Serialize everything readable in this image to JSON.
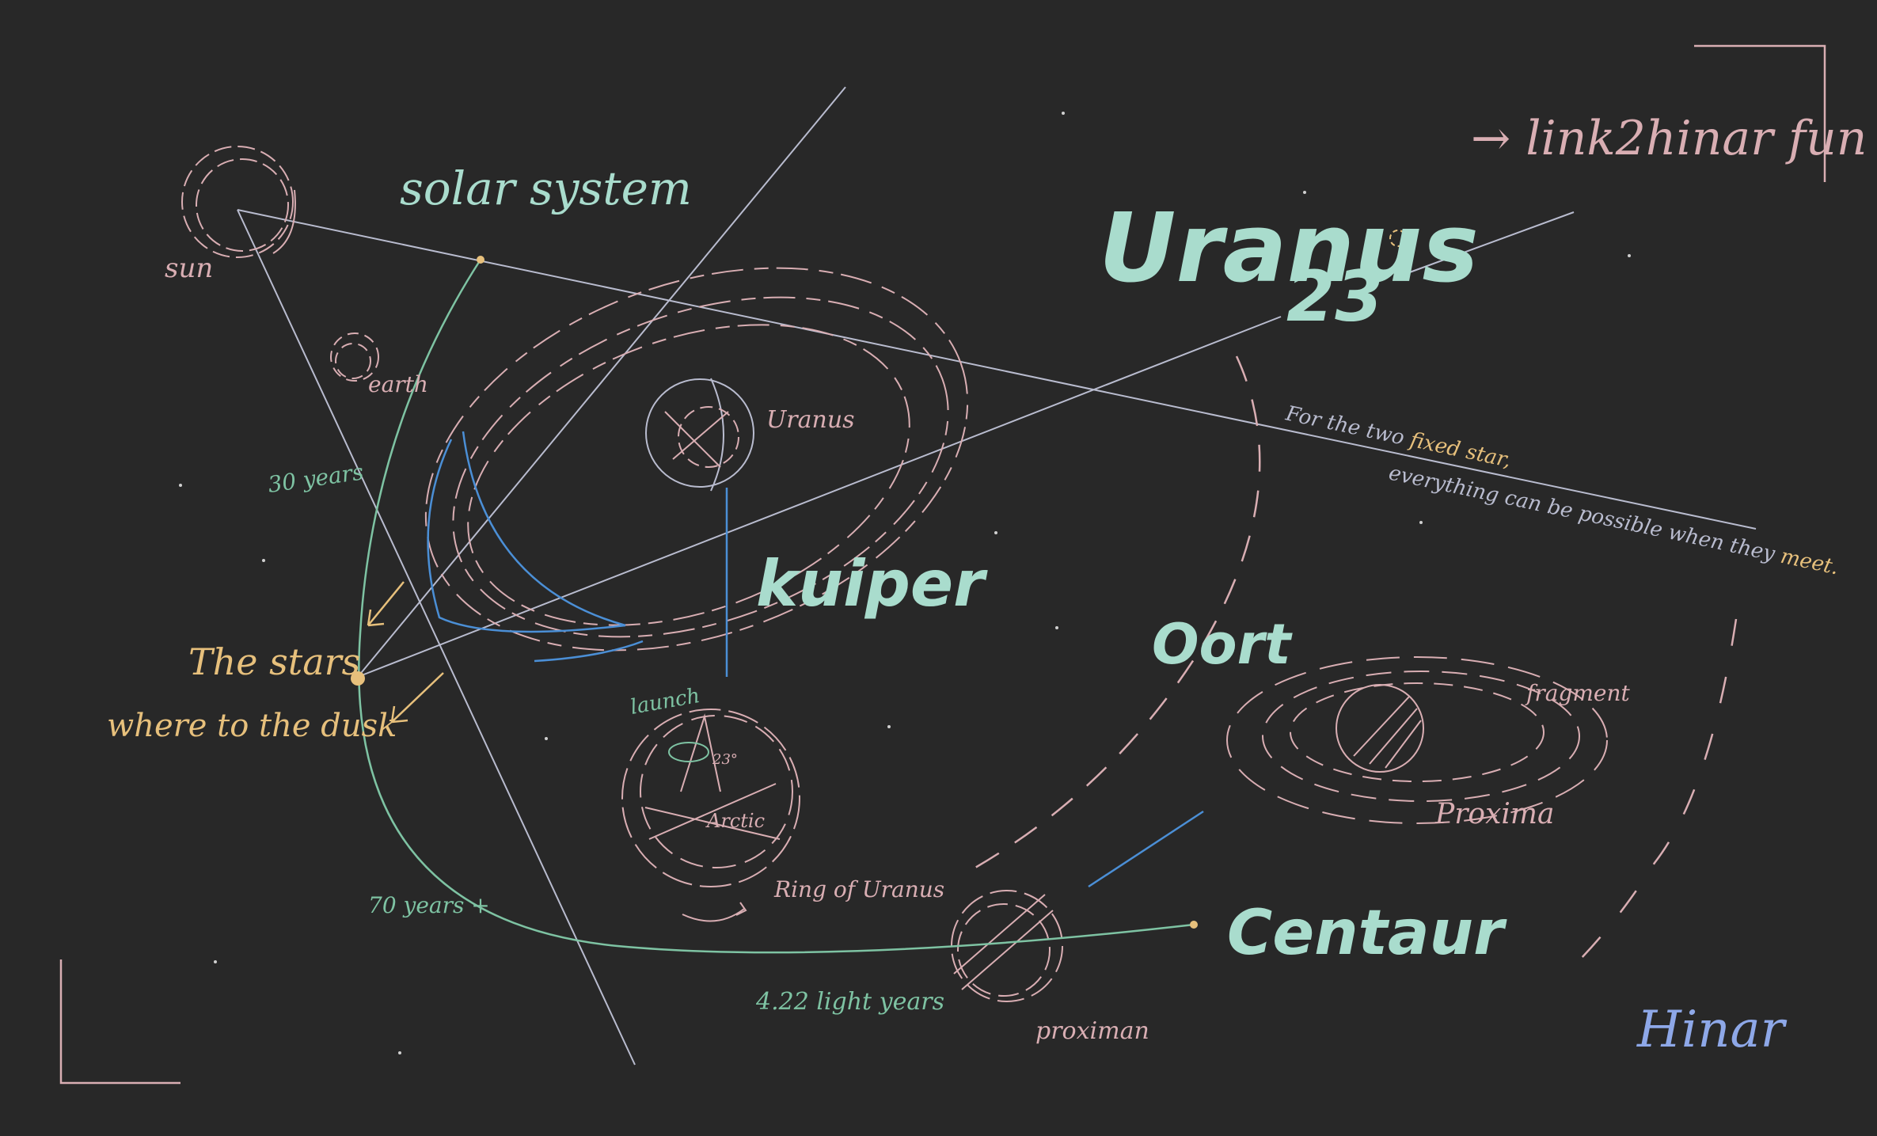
{
  "colors": {
    "background": "#282828",
    "mint": "#a9dccd",
    "pink": "#d9aeb3",
    "lavender": "#b9bccf",
    "green": "#7ec3a3",
    "yellow": "#e7c07c",
    "blue": "#4b8fd6",
    "periwinkle": "#8ea8e8"
  },
  "labels": {
    "solar_system": "solar system",
    "sun": "sun",
    "earth": "earth",
    "uranus_small": "Uranus",
    "uranus_title": "Uranus",
    "uranus_sub": "23",
    "link": "→ link2hinar fun",
    "thirty_years": "30 years",
    "stars_line1": "The stars",
    "stars_line2": "where to the dusk",
    "kuiper": "kuiper",
    "oort": "Oort",
    "launch": "launch",
    "angle": "23°",
    "arctic": "Arctic",
    "ring_of_uranus": "Ring of Uranus",
    "seventy_years": "70 years +",
    "light_years": "4.22 light years",
    "proximan": "proximan",
    "centaur": "Centaur",
    "fragment": "fragment",
    "proxima": "Proxima",
    "note_part1": "For the two ",
    "note_highlight": "fixed star,",
    "note2_part1": "everything can be possible when they ",
    "note2_highlight": "meet.",
    "signature": "Hinar"
  }
}
